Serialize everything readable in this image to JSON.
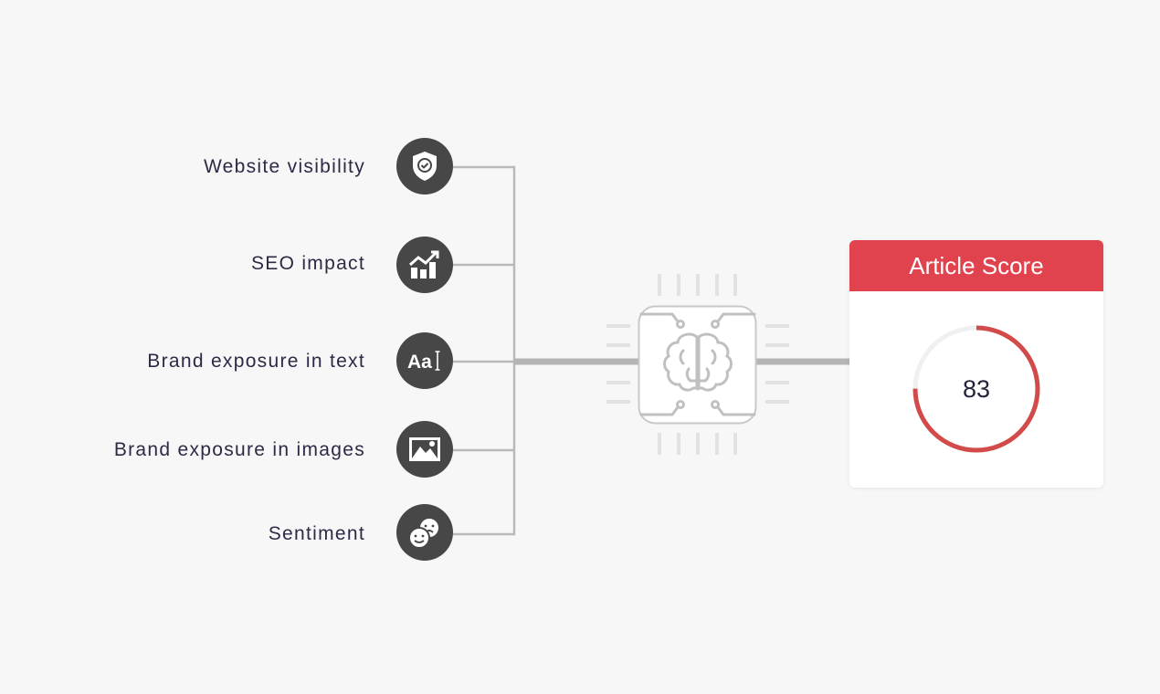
{
  "factors": [
    {
      "label": "Website visibility",
      "icon": "shield-check-icon"
    },
    {
      "label": "SEO impact",
      "icon": "chart-growth-icon"
    },
    {
      "label": "Brand exposure in text",
      "icon": "text-cursor-icon"
    },
    {
      "label": "Brand exposure in images",
      "icon": "image-icon"
    },
    {
      "label": "Sentiment",
      "icon": "faces-icon"
    }
  ],
  "processor": {
    "icon": "brain-chip-icon"
  },
  "score_card": {
    "title": "Article Score",
    "value": "83",
    "max": 100,
    "colors": {
      "header": "#e0424e",
      "arc": "#d24a4a",
      "track": "#f0f0f0"
    }
  }
}
